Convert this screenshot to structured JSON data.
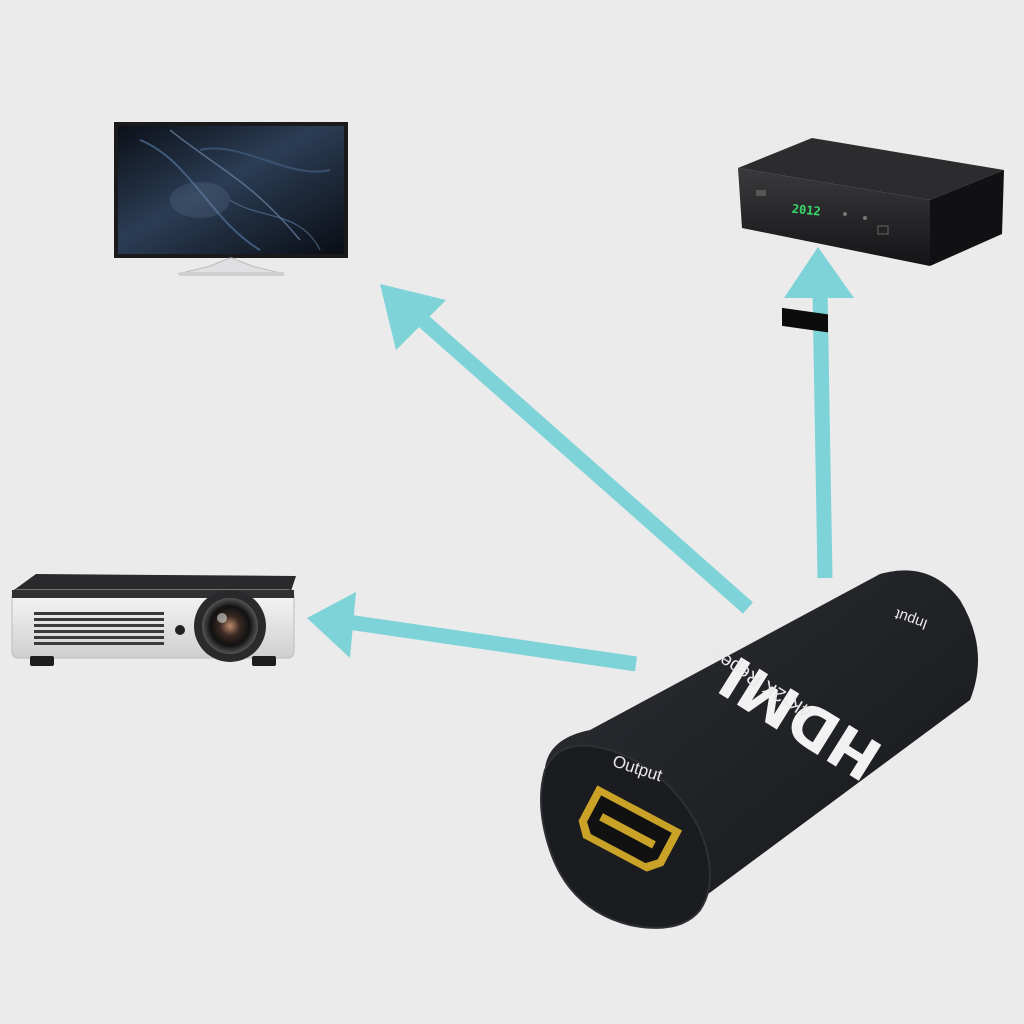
{
  "colors": {
    "background": "#ebebeb",
    "arrow": "#7dd3d8",
    "device_body": "#1e1f22",
    "port_gold": "#c9a227"
  },
  "tv": {
    "icon": "tv-icon"
  },
  "set_top_box": {
    "display_text": "2012",
    "icon": "set-top-box-icon"
  },
  "projector": {
    "icon": "projector-icon"
  },
  "repeater": {
    "logo": "HDMI",
    "model_text": "4K*2K Repeater",
    "input_label": "Input",
    "output_label": "Output",
    "icon": "hdmi-repeater-icon"
  }
}
